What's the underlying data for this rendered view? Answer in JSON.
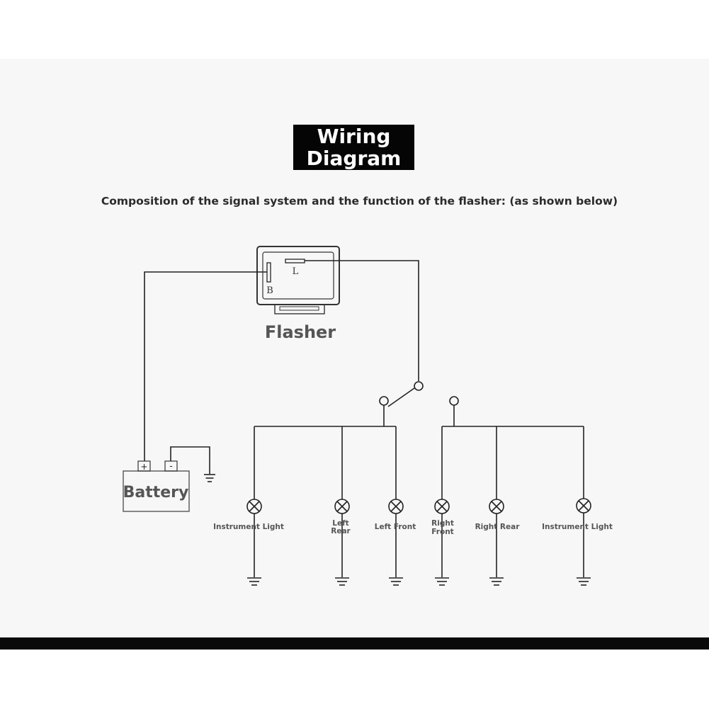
{
  "title": {
    "line1": "Wiring",
    "line2": "Diagram"
  },
  "subtitle": "Composition of the signal system and the function of the flasher: (as shown below)",
  "flasher": {
    "label": "Flasher",
    "terminal_b": "B",
    "terminal_l": "L"
  },
  "battery": {
    "label": "Battery",
    "positive": "+",
    "negative": "-"
  },
  "lamps": {
    "left_group": [
      {
        "line1": "Instrument Light",
        "line2": ""
      },
      {
        "line1": "Left",
        "line2": "Rear"
      },
      {
        "line1": "Left Front",
        "line2": ""
      }
    ],
    "right_group": [
      {
        "line1": "Right",
        "line2": "Front"
      },
      {
        "line1": "Right Rear",
        "line2": ""
      },
      {
        "line1": "Instrument Light",
        "line2": ""
      }
    ]
  },
  "colors": {
    "line": "#222222",
    "label": "#555555",
    "title_bg": "#050505",
    "panel_bg": "#f7f7f7"
  }
}
